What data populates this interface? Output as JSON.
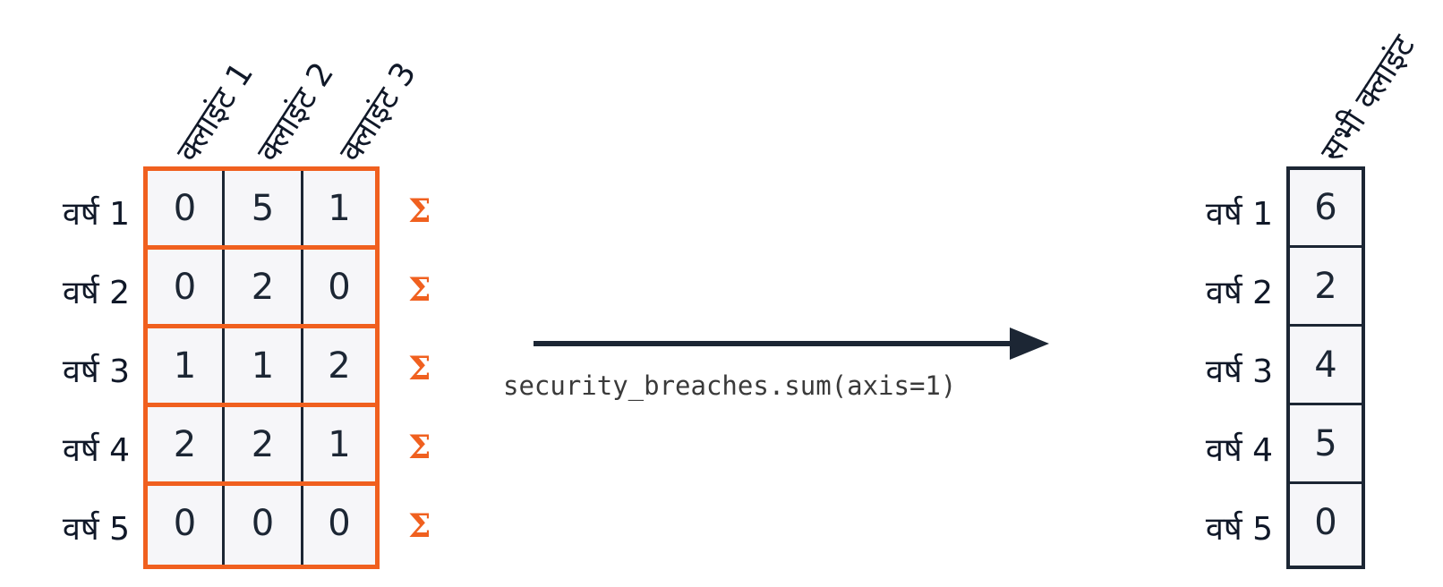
{
  "left_table": {
    "columns": [
      "क्लाइंट 1",
      "क्लाइंट 2",
      "क्लाइंट 3"
    ],
    "rows": [
      "वर्ष 1",
      "वर्ष 2",
      "वर्ष 3",
      "वर्ष 4",
      "वर्ष 5"
    ],
    "values": [
      [
        "0",
        "5",
        "1"
      ],
      [
        "0",
        "2",
        "0"
      ],
      [
        "1",
        "1",
        "2"
      ],
      [
        "2",
        "2",
        "1"
      ],
      [
        "0",
        "0",
        "0"
      ]
    ],
    "sum_symbol": "Σ"
  },
  "operation": {
    "code": "security_breaches.sum(axis=1)"
  },
  "right_table": {
    "column": "सभी क्लाइंट",
    "rows": [
      "वर्ष 1",
      "वर्ष 2",
      "वर्ष 3",
      "वर्ष 4",
      "वर्ष 5"
    ],
    "values": [
      "6",
      "2",
      "4",
      "5",
      "0"
    ]
  },
  "colors": {
    "accent": "#f0601f",
    "dark": "#1c2634",
    "cell_bg": "#f6f6f9"
  }
}
